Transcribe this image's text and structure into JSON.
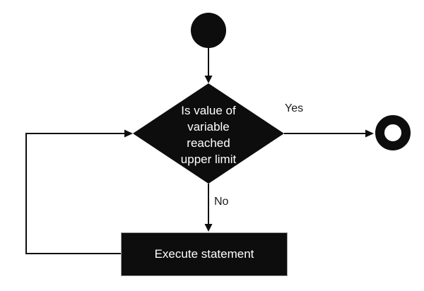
{
  "colors": {
    "background": "#ffffff",
    "shape_fill": "#0d0d0d",
    "shape_text": "#ffffff",
    "connector": "#0d0d0d",
    "edge_label_text": "#1a1a1a",
    "process_border": "#9d9d9d"
  },
  "flowchart": {
    "nodes": {
      "start": {
        "type": "initial-node"
      },
      "decision": {
        "type": "decision",
        "label": "Is value of variable reached upper limit",
        "label_lines": [
          "Is value of",
          "variable",
          "reached",
          "upper limit"
        ]
      },
      "process": {
        "type": "process",
        "label": "Execute statement"
      },
      "end": {
        "type": "final-node"
      }
    },
    "edges": [
      {
        "from": "start",
        "to": "decision",
        "label": ""
      },
      {
        "from": "decision",
        "to": "end",
        "label": "Yes"
      },
      {
        "from": "decision",
        "to": "process",
        "label": "No"
      },
      {
        "from": "process",
        "to": "decision",
        "label": ""
      }
    ]
  }
}
